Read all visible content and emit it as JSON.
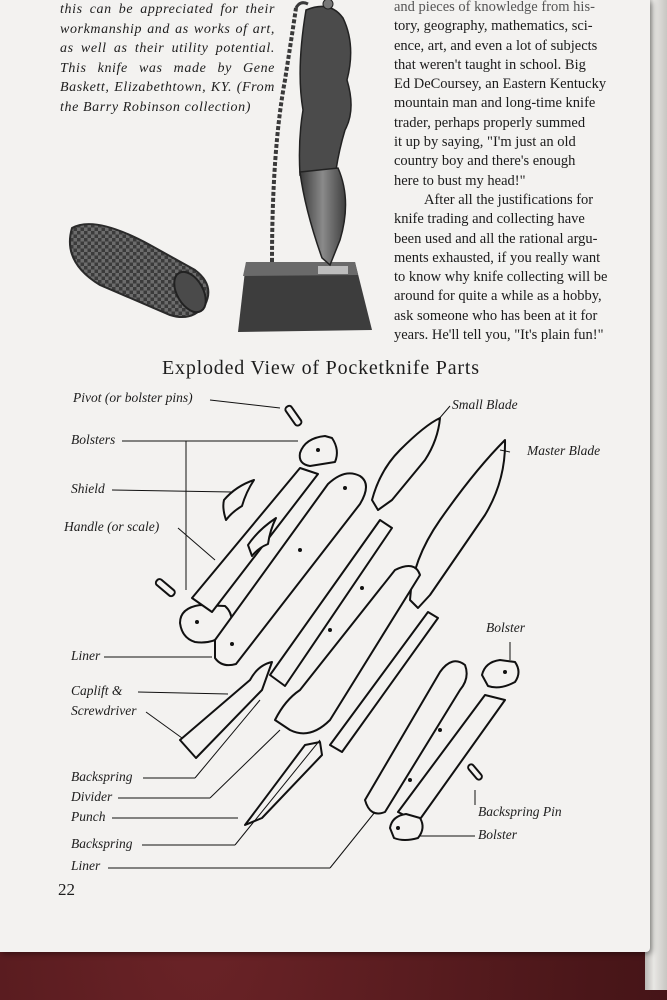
{
  "caption": "this can be appreciated for their workmanship and as works of art, as well as their utility potential. This knife was made by Gene Baskett, Elizabethtown, KY. (From the Barry Robinson collection)",
  "body": {
    "lines_top": [
      "and pieces of knowledge from his-",
      "tory, geography, mathematics, sci-",
      "ence, art, and even a lot of subjects",
      "that weren't taught in school. Big",
      "Ed DeCoursey, an Eastern Kentucky",
      "mountain man and long-time knife",
      "trader, perhaps properly summed",
      "it up by saying, \"I'm just an old",
      "country boy and there's enough",
      "here to bust my head!\""
    ],
    "paragraph2": [
      "After all the justifications for",
      "knife trading and collecting have",
      "been used and all the rational argu-",
      "ments exhausted, if you really want",
      "to know why knife collecting will be",
      "around for quite a while as a hobby,",
      "ask someone who has been at it for",
      "years. He'll tell you, \"It's plain fun!\""
    ]
  },
  "diagram": {
    "title": "Exploded View of Pocketknife Parts",
    "labels": {
      "pivot": "Pivot (or bolster pins)",
      "bolsters": "Bolsters",
      "shield": "Shield",
      "handle": "Handle (or scale)",
      "liner": "Liner",
      "caplift_1": "Caplift &",
      "caplift_2": "Screwdriver",
      "backspring": "Backspring",
      "divider": "Divider",
      "punch": "Punch",
      "backspring_liner_1": "Backspring",
      "backspring_liner_2": "Liner",
      "small_blade": "Small Blade",
      "master_blade": "Master Blade",
      "bolster_top": "Bolster",
      "backspring_pin": "Backspring Pin",
      "bolster_bottom": "Bolster"
    }
  },
  "page_number": "22"
}
